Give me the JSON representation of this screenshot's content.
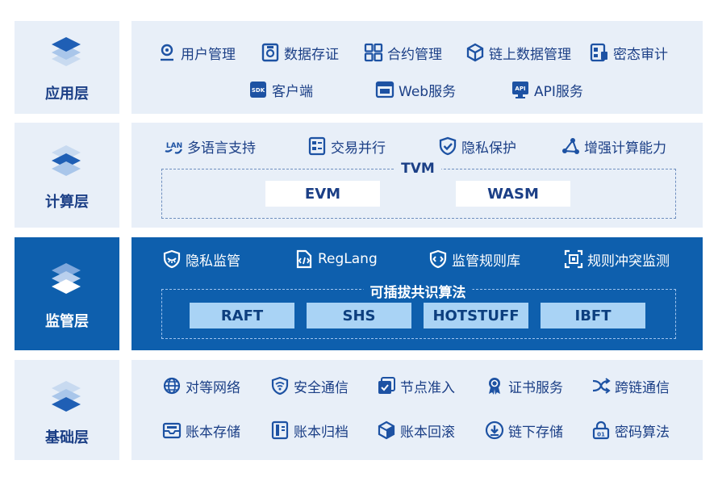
{
  "colors": {
    "panel": "#e8eff8",
    "active_panel": "#0e5fad",
    "text": "#1b3f86",
    "icon": "#1d52a3",
    "chip_light": "#a9d3f5"
  },
  "layers": [
    {
      "label": "应用层",
      "icon": "layers-icon",
      "items": [
        {
          "label": "用户管理",
          "icon": "user-icon"
        },
        {
          "label": "数据存证",
          "icon": "disk-icon"
        },
        {
          "label": "合约管理",
          "icon": "grid-icon"
        },
        {
          "label": "链上数据管理",
          "icon": "cube-icon"
        },
        {
          "label": "密态审计",
          "icon": "audit-icon"
        },
        {
          "label": "客户端",
          "icon": "sdk-icon"
        },
        {
          "label": "Web服务",
          "icon": "browser-icon"
        },
        {
          "label": "API服务",
          "icon": "api-icon"
        }
      ]
    },
    {
      "label": "计算层",
      "icon": "layers-icon",
      "items": [
        {
          "label": "多语言支持",
          "icon": "language-icon"
        },
        {
          "label": "交易并行",
          "icon": "document-icon"
        },
        {
          "label": "隐私保护",
          "icon": "shield-check-icon"
        },
        {
          "label": "增强计算能力",
          "icon": "nodes-icon"
        }
      ],
      "group": {
        "title": "TVM",
        "chips": [
          "EVM",
          "WASM"
        ]
      }
    },
    {
      "label": "监管层",
      "icon": "layers-icon",
      "items": [
        {
          "label": "隐私监管",
          "icon": "eye-shield-icon"
        },
        {
          "label": "RegLang",
          "icon": "file-code-icon"
        },
        {
          "label": "监管规则库",
          "icon": "code-shield-icon"
        },
        {
          "label": "规则冲突监测",
          "icon": "scan-icon"
        }
      ],
      "group": {
        "title": "可插拔共识算法",
        "chips": [
          "RAFT",
          "SHS",
          "HOTSTUFF",
          "IBFT"
        ]
      }
    },
    {
      "label": "基础层",
      "icon": "layers-icon",
      "items": [
        {
          "label": "对等网络",
          "icon": "globe-icon"
        },
        {
          "label": "安全通信",
          "icon": "wifi-shield-icon"
        },
        {
          "label": "节点准入",
          "icon": "checklist-icon"
        },
        {
          "label": "证书服务",
          "icon": "certificate-icon"
        },
        {
          "label": "跨链通信",
          "icon": "cross-icon"
        },
        {
          "label": "账本存储",
          "icon": "inbox-icon"
        },
        {
          "label": "账本归档",
          "icon": "archive-icon"
        },
        {
          "label": "账本回滚",
          "icon": "rollback-icon"
        },
        {
          "label": "链下存储",
          "icon": "cloud-icon"
        },
        {
          "label": "密码算法",
          "icon": "lock-icon"
        }
      ]
    }
  ]
}
